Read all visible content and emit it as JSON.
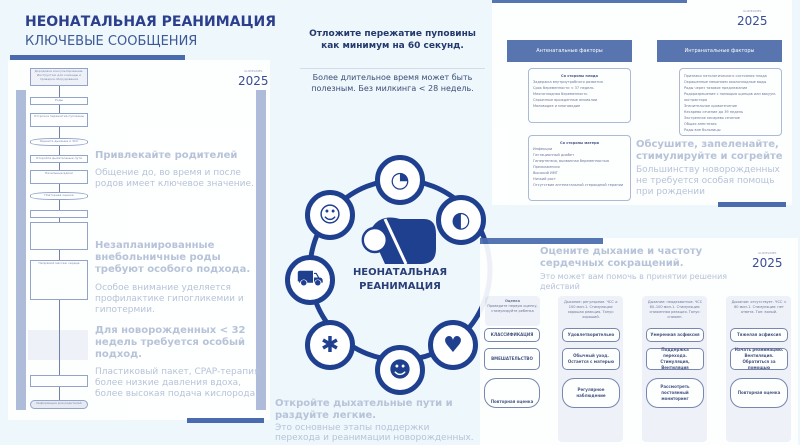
{
  "header": {
    "title": "НЕОНАТАЛЬНАЯ РЕАНИМАЦИЯ",
    "subtitle": "КЛЮЧЕВЫЕ СООБЩЕНИЯ"
  },
  "logo": {
    "label": "GUIDELINES",
    "year": "2025"
  },
  "center": {
    "heading": "Отложите пережатие пуповины как минимум на 60 секунд.",
    "note": "Более длительное время может быть полезным. Без милкинга < 28 недель.",
    "diagram_label": "НЕОНАТАЛЬНАЯ РЕАНИМАЦИЯ"
  },
  "flowchart": {
    "start": "Дородовое консультирование. Инструктаж для команды и проверка оборудования",
    "steps": [
      "Роды",
      "Отсрочка пережатия пуповины",
      "Оцените дыхание и ЧСС",
      "Откройте дыхательные пути",
      "Начальные вдохи",
      "Повторная оценка",
      "Непрямой массаж сердца",
      "Информация для родителей"
    ]
  },
  "ghost_text": [
    "Привлекайте родителей",
    "Общение до, во время и после родов имеет ключевое значение.",
    "Незапланированные внебольничные роды требуют особого подхода.",
    "Особое внимание уделяется профилактике гипогликемии и гипотермии.",
    "Для новорожденных < 32 недель требуется особый подход.",
    "Пластиковый пакет, CPAP-терапия, более низкие давления вдоха, более высокая подача кислорода.",
    "Обсушите, запеленайте, стимулируйте и согрейте",
    "Большинству новорожденных не требуется особая помощь при рождении",
    "Оцените дыхание и частоту сердечных сокращений.",
    "Это может вам помочь в принятии решения действий",
    "Откройте дыхательные пути и раздуйте легкие.",
    "Это основные этапы поддержки перехода и реанимации новорожденных."
  ],
  "risk_factors": {
    "antenatal": {
      "title": "Антенатальные факторы",
      "fetal": {
        "title": "Со стороны плода",
        "items": [
          "Задержка внутриутробного развития",
          "Срок беременности < 37 недель",
          "Многоплодная беременность",
          "Серьезные врожденные аномалии",
          "Маловодие и многоводие"
        ]
      },
      "maternal": {
        "title": "Со стороны матери",
        "items": [
          "Инфекции",
          "Гестационный диабет",
          "Гипертензия, вызванная беременностью",
          "Преэклампсия",
          "Высокий ИМТ",
          "Низкий рост",
          "Отсутствие антенатальной стероидной терапии"
        ]
      }
    },
    "intrapartum": {
      "title": "Интранатальные факторы",
      "items": [
        "Признаки патологического состояния плода",
        "Окрашенные меконием околоплодные воды",
        "Роды через тазовое предлежание",
        "Родоразрешение с помощью щипцов или вакуум-экстрактора",
        "Значительное кровотечение",
        "Кесарево сечение до 39 недель",
        "Экстренное кесарево сечение",
        "Общая анестезия",
        "Роды вне больницы"
      ]
    }
  },
  "assessment": {
    "first_col": {
      "title": "Оценка",
      "text": "Проведите первую оценку, стимулируйте ребенка",
      "buttons": [
        "КЛАССИФИКАЦИЯ",
        "ВМЕШАТЕЛЬСТВО",
        "Повторная оценка"
      ]
    },
    "columns": [
      {
        "info": "Дыхание: регулярное. ЧСС ≥ 100 мин-1. Стимуляция: хорошая реакция. Тонус: хороший.",
        "class": "Удовлетворительно",
        "action": "Обычный уход. Остается с матерью",
        "next": "Регулярное наблюдение"
      },
      {
        "info": "Дыхание: неадекватное. ЧСС 60–100 мин-1. Стимуляция: сниженная реакция. Тонус: снижен.",
        "class": "Умеренная асфиксия",
        "action": "Поддержка перехода. Стимуляция, Вентиляция",
        "next": "Рассмотреть постоянный мониторинг"
      },
      {
        "info": "Дыхание: отсутствует. ЧСС < 60 мин-1. Стимуляция: нет ответа. Тон: вялый.",
        "class": "Тяжелая асфиксия",
        "action": "Начать реанимацию. Вентиляция. Обратиться за помощью",
        "next": "Повторная оценка"
      }
    ]
  },
  "colors": {
    "navy": "#1f3f8f",
    "accent": "#4d6aaa",
    "bg": "#eef7fb"
  }
}
